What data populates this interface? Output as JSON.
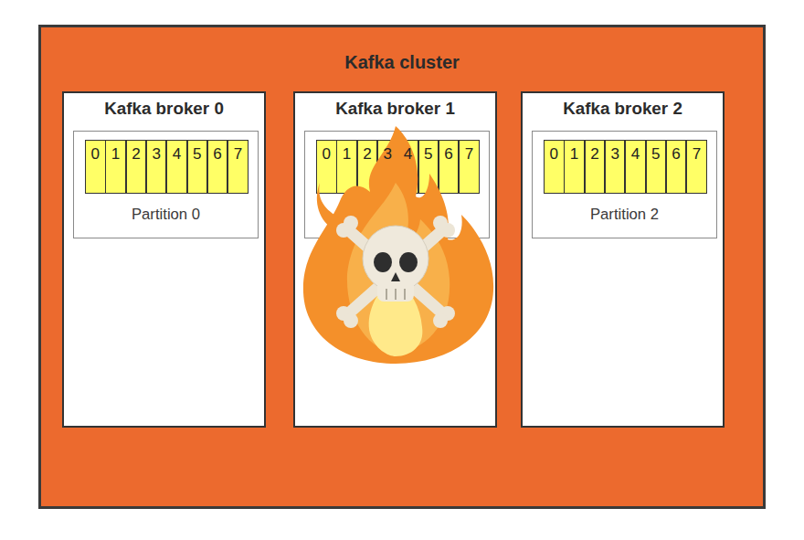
{
  "diagram": {
    "title": "Kafka cluster",
    "nodes": [
      {
        "text": [
          "Kafka cluster"
        ]
      },
      {
        "text": [
          "Kafka broker 0"
        ],
        "in": 0
      },
      {
        "text": [
          "Partition 0"
        ],
        "in": 1
      },
      {
        "text": [
          "0"
        ],
        "in": 2
      },
      {
        "text": [
          "1"
        ],
        "in": 2
      },
      {
        "text": [
          "2"
        ],
        "in": 2
      },
      {
        "text": [
          "3"
        ],
        "in": 2
      },
      {
        "text": [
          "4"
        ],
        "in": 2
      },
      {
        "text": [
          "5"
        ],
        "in": 2
      },
      {
        "text": [
          "6"
        ],
        "in": 2
      },
      {
        "text": [
          "7"
        ],
        "in": 2
      },
      {
        "text": [
          "Kafka broker 1"
        ],
        "in": 0
      },
      {
        "text": [],
        "in": 11
      },
      {
        "text": [
          "0"
        ],
        "in": 12
      },
      {
        "text": [
          "1"
        ],
        "in": 12
      },
      {
        "text": [
          "2"
        ],
        "in": 12
      },
      {
        "text": [
          "3"
        ],
        "in": 12
      },
      {
        "text": [
          "4"
        ],
        "in": 12
      },
      {
        "text": [
          "5"
        ],
        "in": 12
      },
      {
        "text": [
          "6"
        ],
        "in": 12
      },
      {
        "text": [
          "7"
        ],
        "in": 12
      },
      {
        "text": [
          "Kafka broker 2"
        ],
        "in": 0
      },
      {
        "text": [
          "Partition 2"
        ],
        "in": 21
      },
      {
        "text": [
          "0"
        ],
        "in": 22
      },
      {
        "text": [
          "1"
        ],
        "in": 22
      },
      {
        "text": [
          "2"
        ],
        "in": 22
      },
      {
        "text": [
          "3"
        ],
        "in": 22
      },
      {
        "text": [
          "4"
        ],
        "in": 22
      },
      {
        "text": [
          "5"
        ],
        "in": 22
      },
      {
        "text": [
          "6"
        ],
        "in": 22
      },
      {
        "text": [
          "7"
        ],
        "in": 22
      }
    ]
  }
}
